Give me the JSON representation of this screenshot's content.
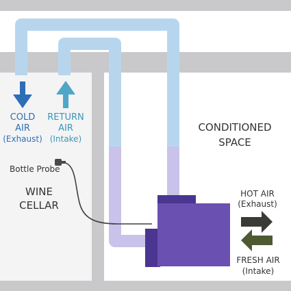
{
  "labels": {
    "cold_air_line1": "COLD",
    "cold_air_line2": "AIR",
    "cold_air_note": "(Exhaust)",
    "return_air_line1": "RETURN",
    "return_air_line2": "AIR",
    "return_air_note": "(Intake)",
    "bottle_probe": "Bottle Probe",
    "wine_cellar_line1": "WINE",
    "wine_cellar_line2": "CELLAR",
    "conditioned_space_line1": "CONDITIONED",
    "conditioned_space_line2": "SPACE",
    "hot_air": "HOT AIR",
    "hot_air_note": "(Exhaust)",
    "fresh_air": "FRESH AIR",
    "fresh_air_note": "(Intake)"
  },
  "colors": {
    "wall": "#c9c9cb",
    "wall_dark": "#bdbdbf",
    "room_fill": "#f4f4f5",
    "duct_cold": "#b7d6ee",
    "duct_warm": "#c9c2ea",
    "unit": "#6a50b0",
    "unit_dark": "#4a3590",
    "cold_arrow": "#2e6eb5",
    "return_arrow": "#4fa7c8",
    "label_blue": "#2e6eb5",
    "label_teal": "#3a95b8",
    "text_dark": "#333333",
    "hot_arrow": "#3a3a36",
    "fresh_arrow": "#4e5a32"
  }
}
